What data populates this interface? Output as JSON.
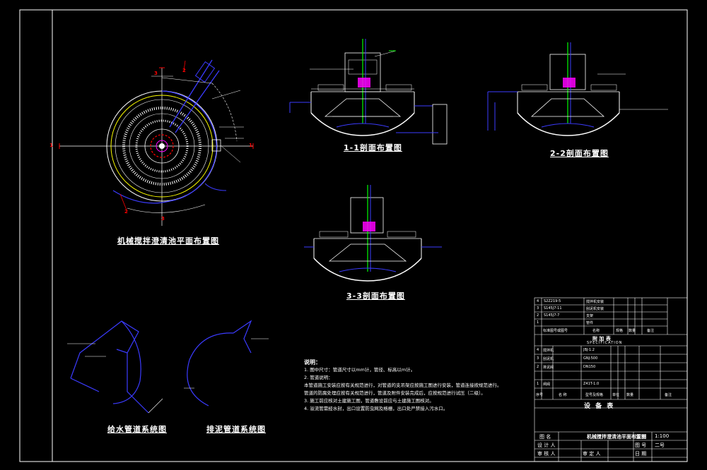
{
  "drawing": {
    "plan_title": "机械搅拌澄清池平面布置图",
    "section_1_title": "1-1剖面布置图",
    "section_2_title": "2-2剖面布置图",
    "section_3_title": "3-3剖面布置图",
    "inlet_title": "给水管道系统图",
    "drain_title": "排泥管道系统图",
    "section_marks": [
      "1",
      "1",
      "2",
      "2",
      "3",
      "3"
    ]
  },
  "notes": {
    "heading": "说明：",
    "items": [
      "1. 图中尺寸：管道尺寸以mm计，管径、标高以m计。",
      "2. 管道说明：",
      "本管道施工安装应按有关规范进行，对管道的支吊架应按施工图进行安装，管道连接按规范进行。",
      "管道的防腐处理应按有关规范进行，管道及附件安装完成后，应按规范进行试压（二级）。",
      "3. 施工前应核对土建施工图，管道敷设前应与土建施工图核对。",
      "4. 溢流管需经水封，出口设置防虫网及格栅，出口处严禁接入污水口。"
    ]
  },
  "equipment_table": {
    "upper_rows": [
      {
        "no": "4",
        "code": "S2Z219-5",
        "name": "搅拌机安装"
      },
      {
        "no": "3",
        "code": "S145J7-11",
        "name": "刮泥机安装"
      },
      {
        "no": "2",
        "code": "S145J7-7",
        "name": "支架"
      },
      {
        "no": "1",
        "code": "",
        "name": "管件"
      }
    ],
    "upper_header": [
      "标准图号或图号",
      "名称",
      "规格",
      "数量",
      "备注"
    ],
    "caption_main": "附 加 表",
    "caption_sub": "SPECIFICATION",
    "lower_rows": [
      {
        "no": "4",
        "name": "搅拌机",
        "spec": "JBJ-1.2"
      },
      {
        "no": "3",
        "name": "刮泥机",
        "spec": "GNJ-500"
      },
      {
        "no": "2",
        "name": "排泥阀",
        "spec": "DN150"
      },
      {
        "no": "1",
        "name": "闸阀",
        "spec": "Z41T-1.0"
      }
    ],
    "lower_header": [
      "序号",
      "名 称",
      "型号及规格",
      "单位",
      "数量",
      "备注"
    ],
    "caption_equipment": "设 备 表"
  },
  "title_block": {
    "row1_label": "图 名",
    "row1_value": "机械搅拌澄清池平面布置图",
    "designer_label": "设 计 人",
    "checker_label": "审 核 人",
    "approver_label": "审 定 人",
    "scale_label": "比 例",
    "scale_value": "1:100",
    "sheet_label": "图 号",
    "sheet_value": "二号",
    "date_label": "日 期"
  },
  "colors": {
    "background": "#000000",
    "line": "#ffffff",
    "accent_yellow": "#ffff00",
    "accent_red": "#ff0000",
    "accent_green": "#00ff00",
    "accent_cyan": "#00ffff",
    "accent_magenta": "#ff00ff",
    "accent_blue": "#3b3bff"
  }
}
